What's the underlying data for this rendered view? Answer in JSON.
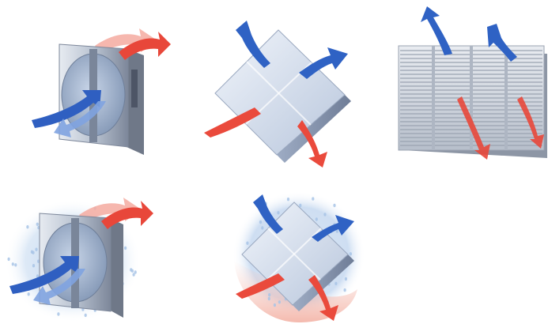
{
  "colors": {
    "background": "#ffffff",
    "arrow_blue": "#2f62c4",
    "arrow_blue_light": "#7fa3e0",
    "arrow_red": "#ea4a3c",
    "arrow_red_light": "#f5a89e",
    "frame_dark": "#6f7888",
    "frame_mid": "#a9b3c2",
    "frame_light": "#d7dde6",
    "wheel": "#9fb2cc",
    "glass_light": "#e4ebf5",
    "glass_mid": "#c5d1e3",
    "glass_dark": "#8e9bb2",
    "grille": "#c7cdd6",
    "mist_blue": "#bcd4ee",
    "mist_red": "#f6c8bf",
    "droplet": "#a8c4e6"
  },
  "illustrations": [
    {
      "id": "rotary-wheel-exchanger",
      "icon": "rotary-heat-wheel"
    },
    {
      "id": "plate-exchanger",
      "icon": "cross-flow-plate-cube"
    },
    {
      "id": "louvred-grille-unit",
      "icon": "louvre-grille-panel"
    },
    {
      "id": "rotary-wheel-exchanger-condensation",
      "icon": "rotary-heat-wheel-with-droplets"
    },
    {
      "id": "plate-exchanger-condensation",
      "icon": "cross-flow-plate-cube-with-droplets"
    }
  ]
}
